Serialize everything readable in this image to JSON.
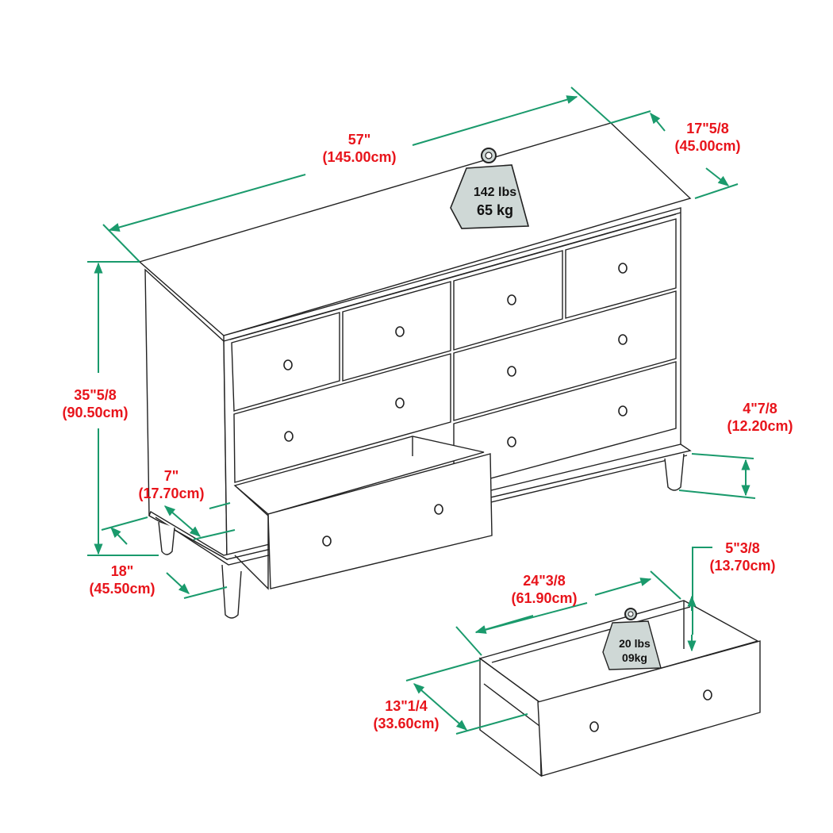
{
  "diagram": {
    "subject": "Dresser with 8 drawers - dimension diagram",
    "colors": {
      "dimension_text": "#e8141b",
      "dimension_line": "#1a9a6c",
      "outline": "#222222",
      "weight_fill": "#cfd8d6"
    },
    "dimensions": {
      "width": {
        "imperial": "57\"",
        "metric": "(145.00cm)"
      },
      "depth": {
        "imperial": "17\"5/8",
        "metric": "(45.00cm)"
      },
      "height": {
        "imperial": "35\"5/8",
        "metric": "(90.50cm)"
      },
      "leg_height": {
        "imperial": "4\"7/8",
        "metric": "(12.20cm)"
      },
      "drawer_front_height": {
        "imperial": "7\"",
        "metric": "(17.70cm)"
      },
      "side_depth": {
        "imperial": "18\"",
        "metric": "(45.50cm)"
      },
      "drawer_width": {
        "imperial": "24\"3/8",
        "metric": "(61.90cm)"
      },
      "drawer_inner_height": {
        "imperial": "5\"3/8",
        "metric": "(13.70cm)"
      },
      "drawer_depth": {
        "imperial": "13\"1/4",
        "metric": "(33.60cm)"
      }
    },
    "weights": {
      "dresser": {
        "lbs": "142 lbs",
        "kg": "65 kg"
      },
      "drawer": {
        "lbs": "20 lbs",
        "kg": "09kg"
      }
    }
  }
}
